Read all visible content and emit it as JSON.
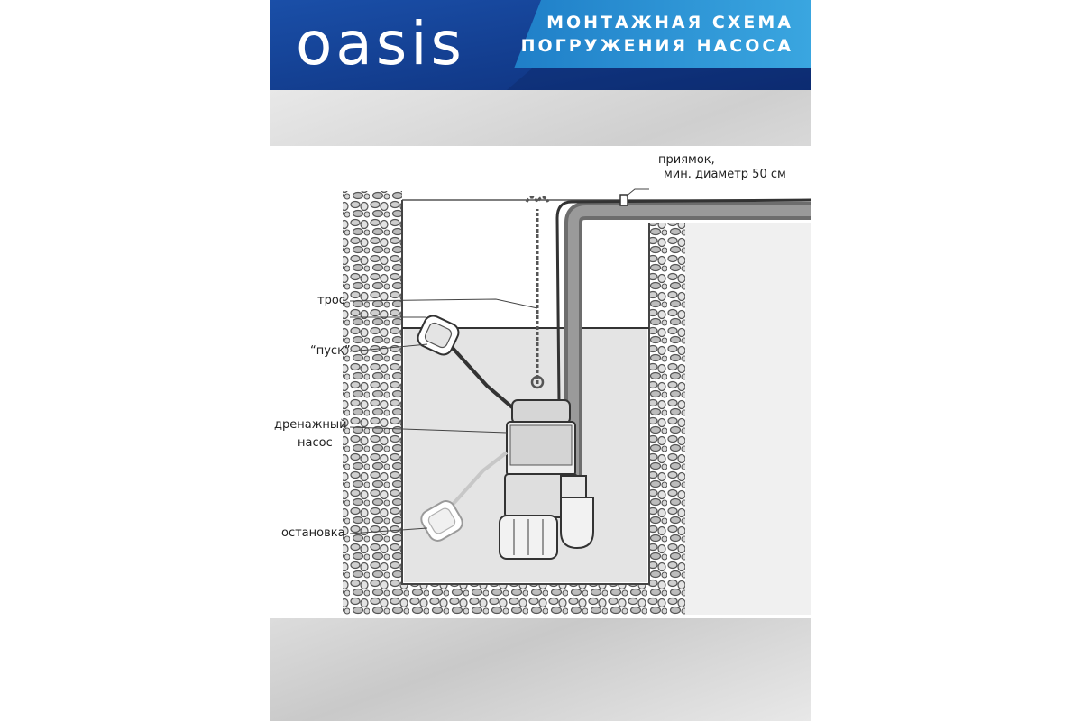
{
  "brand": {
    "logo": "oasis"
  },
  "header": {
    "title_line1": "МОНТАЖНАЯ СХЕМА",
    "title_line2": "ПОГРУЖЕНИЯ НАСОСА"
  },
  "diagram": {
    "labels": {
      "cable": "трос",
      "start": "“пуск”",
      "pump_line1": "дренажный",
      "pump_line2": "насос",
      "stop": "остановка",
      "pit_line1": "приямок,",
      "pit_line2": "мин. диаметр 50 см"
    }
  },
  "colors": {
    "brand_blue": "#12419a",
    "header_light_blue": "#2d96d6",
    "water": "#e6e6e6",
    "pipe": "#707070"
  }
}
